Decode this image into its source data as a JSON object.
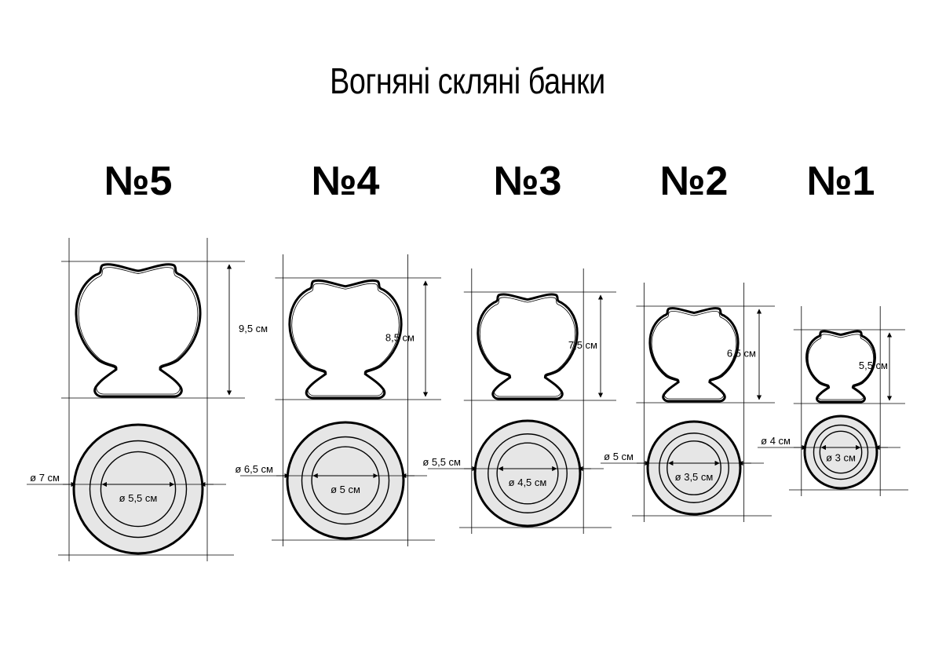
{
  "title": "Вогняні скляні банки",
  "cups": [
    {
      "number": "№5",
      "height_label": "9,5 см",
      "outer_label": "ø 7 см",
      "inner_label": "ø 5,5 см"
    },
    {
      "number": "№4",
      "height_label": "8,5 см",
      "outer_label": "ø 6,5 см",
      "inner_label": "ø 5 см"
    },
    {
      "number": "№3",
      "height_label": "7,5 см",
      "outer_label": "ø 5,5 см",
      "inner_label": "ø 4,5 см"
    },
    {
      "number": "№2",
      "height_label": "6,5 см",
      "outer_label": "ø 5 см",
      "inner_label": "ø 3,5 см"
    },
    {
      "number": "№1",
      "height_label": "5,5 см",
      "outer_label": "ø 4 см",
      "inner_label": "ø 3 см"
    }
  ],
  "colors": {
    "ink": "#000000",
    "top_view_fill": "#e6e6e6",
    "background": "#ffffff"
  }
}
